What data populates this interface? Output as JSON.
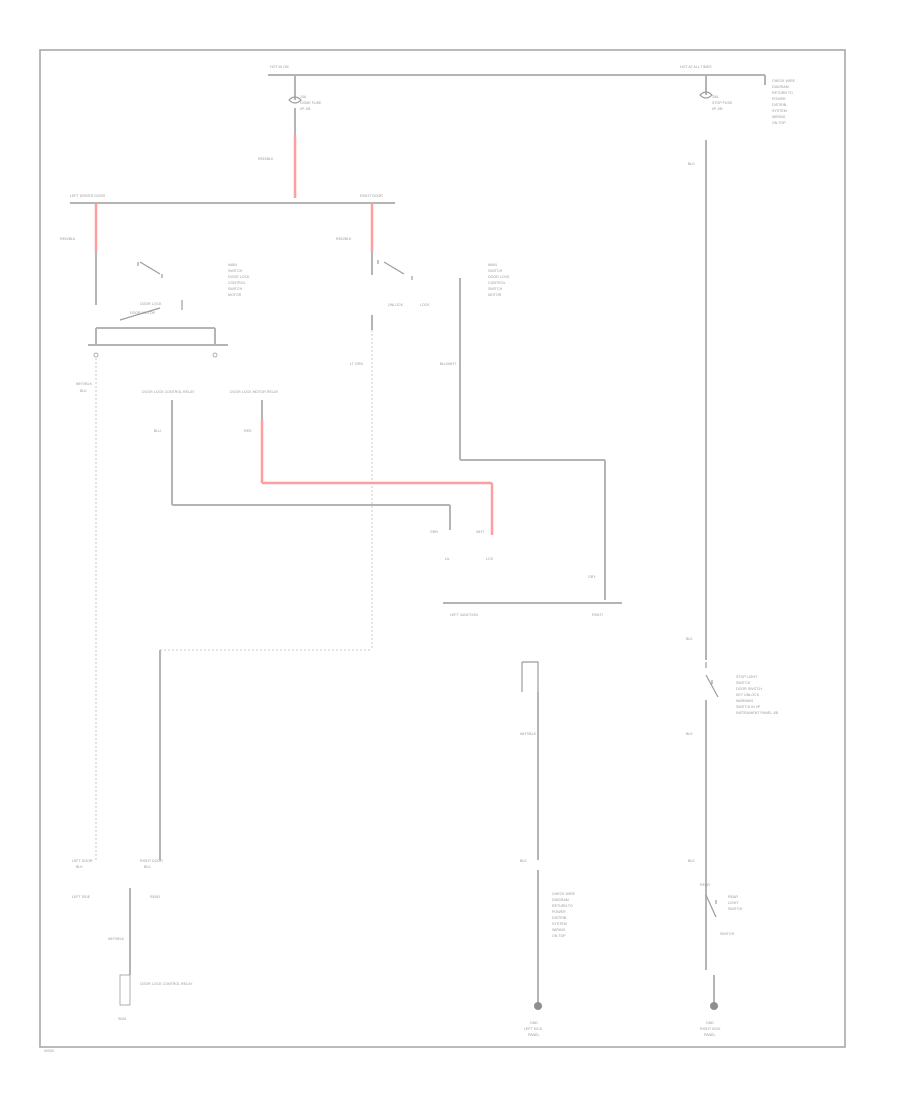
{
  "diagram": {
    "fuse_left": {
      "bus": "HOT IN ON",
      "fuse": "10A",
      "name": "DOME FUSE",
      "loc": "I/P J/B"
    },
    "fuse_right": {
      "bus": "HOT AT ALL TIMES",
      "fuse": "15A",
      "name": "STOP FUSE",
      "loc": "I/P J/B"
    },
    "right_note": [
      "CHECK WIRE",
      "DIAGRAM",
      "RETURN TO",
      "POWER",
      "DISTRIB.",
      "SYSTEM",
      "WIRING",
      "ON TOP"
    ],
    "wire_red_top": "RED/BLK",
    "wire_red_left": "RED/BLK",
    "wire_red_mid": "RED/BLK",
    "connector_left": "LEFT DRIVER DOOR",
    "connector_right": "RIGHT DOOR",
    "switch_left_desc": [
      "MAIN",
      "SWITCH",
      "DOOR LOCK",
      "CONTROL",
      "SWITCH",
      "MOTOR"
    ],
    "switch_right_desc": [
      "MAIN",
      "SWITCH",
      "DOOR LOCK",
      "CONTROL",
      "SWITCH",
      "MOTOR"
    ],
    "door_lock_label": "DOOR LOCK",
    "motor_label": "DOOR MOTOR",
    "unlock_label": "UNLOCK",
    "lock_label": "LOCK",
    "wire_wht_blk": "WHT/BLK",
    "wire_lt_grn": "LT GRN",
    "wire_blu_wht": "BLU/WHT",
    "wire_blu": "BLU",
    "wire_grn": "GRN",
    "wire_wht": "WHT",
    "wire_blk": "BLK",
    "wire_red": "RED",
    "wire_gry": "GRY",
    "ecu_left": "DOOR LOCK CONTROL RELAY",
    "ecu_right": "DOOR LOCK MOTOR RELAY",
    "pin_left": "UL",
    "pin_right": "LCK",
    "junction_left": "LEFT JUNCTION",
    "junction_right": "RIGHT",
    "stop_switch_desc": [
      "STOP LIGHT",
      "SWITCH",
      "DOOR SWITCH",
      "KEY UNLOCK",
      "WARNING",
      "SWITCH IN I/P",
      "INSTRUMENT PANEL J/B"
    ],
    "bottom_left_a": "LEFT DOOR",
    "bottom_left_b": "LEFT SIDE",
    "bottom_left_c": "RIGHT DOOR",
    "bottom_left_d": "REAR",
    "bottom_relay": "DOOR LOCK CONTROL RELAY",
    "bottom_relay_code": "SDM",
    "bottom_mid_a": "WHT/BLK",
    "bottom_mid_b": "BLK",
    "bottom_mid_note": [
      "CHECK WIRE",
      "DIAGRAM",
      "RETURN TO",
      "POWER",
      "DISTRIB.",
      "SYSTEM",
      "WIRING",
      "ON TOP"
    ],
    "bottom_right_a": "BLK",
    "bottom_right_b": "REAR",
    "bottom_right_c": "SWITCH",
    "bottom_right_desc": [
      "REAR",
      "LIGHT",
      "SWITCH"
    ],
    "ground_mid": [
      "GND",
      "LEFT KICK",
      "PANEL"
    ],
    "ground_right": [
      "GND",
      "RIGHT KICK",
      "PANEL"
    ],
    "page_code": "00000"
  }
}
